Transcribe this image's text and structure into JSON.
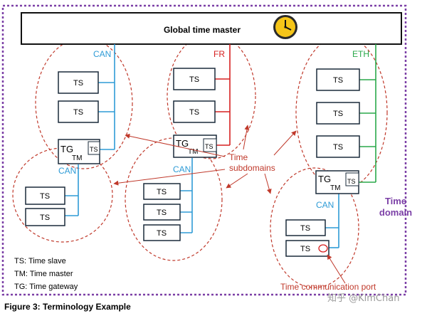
{
  "master": {
    "label": "Global time master",
    "icon": "clock-icon"
  },
  "buses": {
    "can": "CAN",
    "fr": "FR",
    "eth": "ETH"
  },
  "nodes": {
    "ts": "TS",
    "tg": "TG",
    "tm": "TM"
  },
  "callouts": {
    "subdomains_line1": "Time",
    "subdomains_line2": "subdomains",
    "port": "Time communication port"
  },
  "domain": {
    "line1": "Time",
    "line2": "domain"
  },
  "legend": [
    "TS: Time slave",
    "TM: Time master",
    "TG: Time gateway"
  ],
  "caption": "Figure 3: Terminology Example",
  "watermark": "知乎 @KimChan",
  "colors": {
    "can": "#2e9bd6",
    "fr": "#d62020",
    "eth": "#2aa84a",
    "subdomain_border": "#c0392b",
    "domain_border": "#7b3fa6",
    "domain_text": "#7b3fa6",
    "callout": "#c0392b",
    "clock_face": "#f5c518"
  }
}
